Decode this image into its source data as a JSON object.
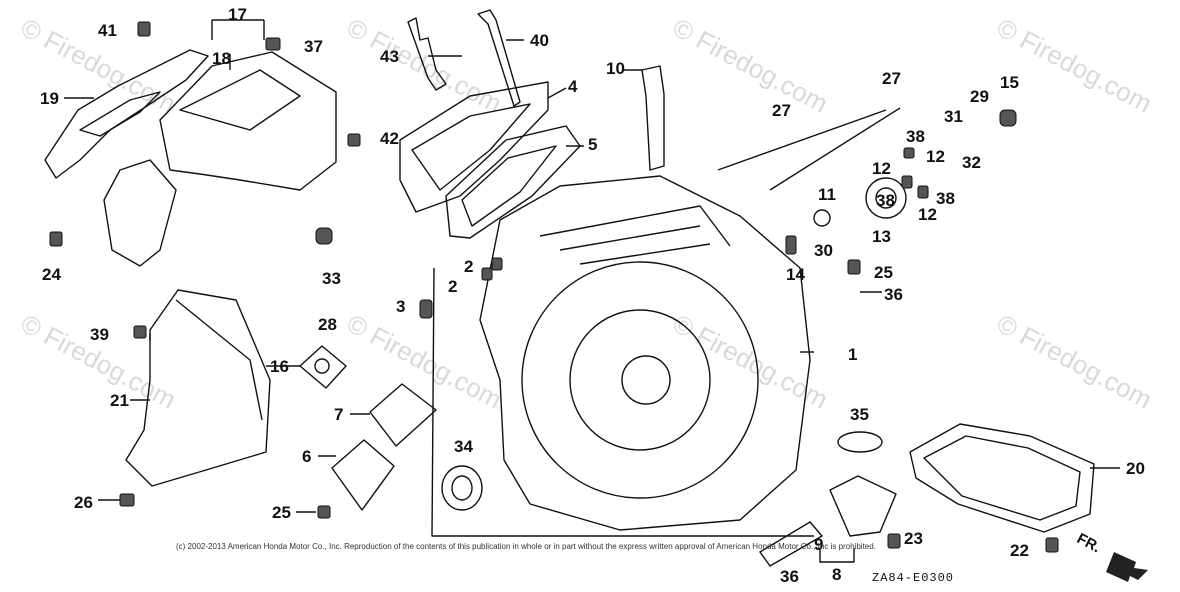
{
  "watermark": "© Firedog.com",
  "copyright": "(c) 2002-2013 American Honda Motor Co., Inc. Reproduction of the contents of this publication in whole or in part without the express written approval of American Honda Motor Co., Inc is prohibited.",
  "diagram_code": "ZA84-E0300",
  "direction_label": "FR.",
  "part_labels": {
    "p1": "1",
    "p2a": "2",
    "p2b": "2",
    "p3": "3",
    "p4": "4",
    "p5": "5",
    "p6": "6",
    "p7": "7",
    "p8": "8",
    "p9": "9",
    "p10": "10",
    "p11": "11",
    "p12a": "12",
    "p12b": "12",
    "p12c": "12",
    "p13": "13",
    "p14": "14",
    "p15": "15",
    "p16": "16",
    "p17": "17",
    "p18": "18",
    "p19": "19",
    "p20": "20",
    "p21": "21",
    "p22": "22",
    "p23": "23",
    "p24": "24",
    "p25a": "25",
    "p25b": "25",
    "p26": "26",
    "p27a": "27",
    "p27b": "27",
    "p28": "28",
    "p29": "29",
    "p30": "30",
    "p31": "31",
    "p32": "32",
    "p33": "33",
    "p34": "34",
    "p35": "35",
    "p36a": "36",
    "p36b": "36",
    "p37": "37",
    "p38a": "38",
    "p38b": "38",
    "p38c": "38",
    "p39": "39",
    "p40": "40",
    "p41": "41",
    "p42": "42",
    "p43": "43"
  }
}
